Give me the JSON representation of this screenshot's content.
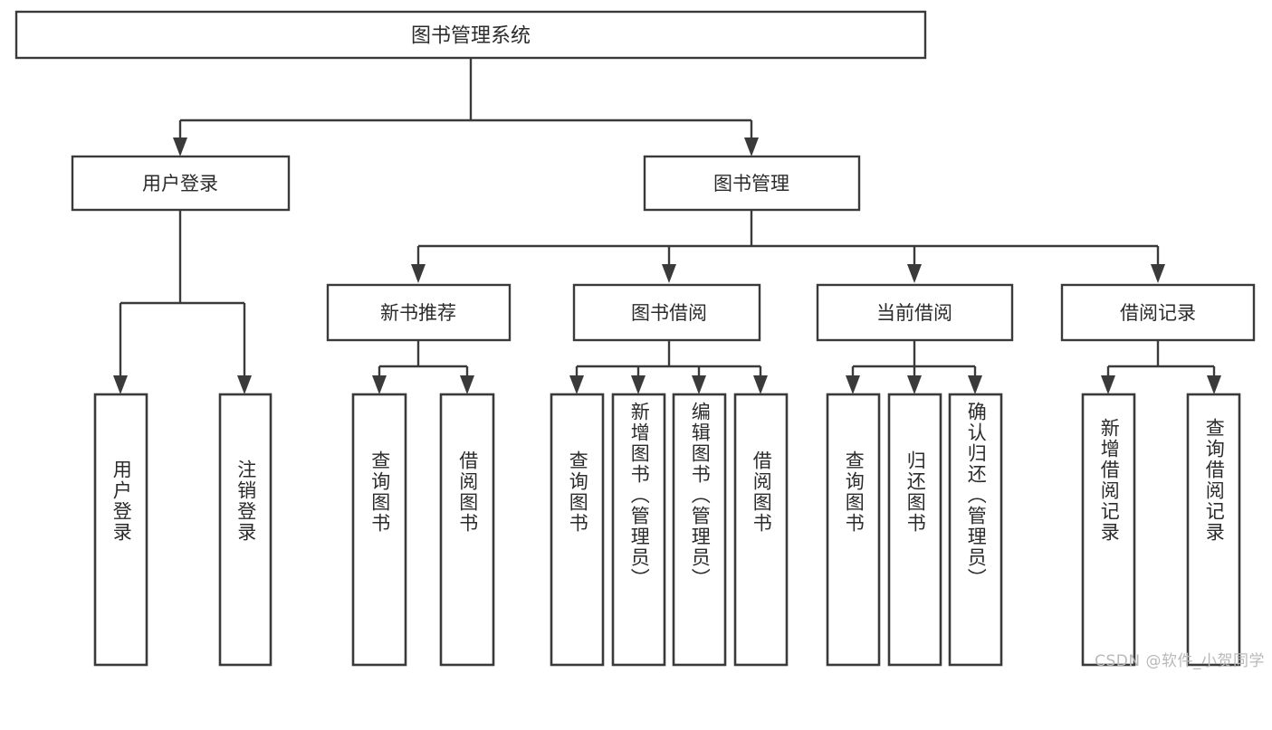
{
  "diagram": {
    "type": "tree",
    "title": "图书管理系统",
    "watermark": "CSDN @软件_小贺同学",
    "colors": {
      "box_stroke": "#3a3a3a",
      "box_fill": "#ffffff",
      "text": "#2b2b2b",
      "watermark": "#b9b9b9",
      "background": "#ffffff"
    },
    "root": {
      "label": "图书管理系统"
    },
    "level2": [
      {
        "label": "用户登录"
      },
      {
        "label": "图书管理"
      }
    ],
    "level3": [
      {
        "label": "新书推荐"
      },
      {
        "label": "图书借阅"
      },
      {
        "label": "当前借阅"
      },
      {
        "label": "借阅记录"
      }
    ],
    "leaves": {
      "user_login": [
        {
          "label": "用户登录"
        },
        {
          "label": "注销登录"
        }
      ],
      "new_book": [
        {
          "label": "查询图书"
        },
        {
          "label": "借阅图书"
        }
      ],
      "borrow_book": [
        {
          "label": "查询图书"
        },
        {
          "label": "新增图书（管理员）"
        },
        {
          "label": "编辑图书（管理员）"
        },
        {
          "label": "借阅图书"
        }
      ],
      "current_borrow": [
        {
          "label": "查询图书"
        },
        {
          "label": "归还图书"
        },
        {
          "label": "确认归还（管理员）"
        }
      ],
      "borrow_record": [
        {
          "label": "新增借阅记录"
        },
        {
          "label": "查询借阅记录"
        }
      ]
    }
  }
}
